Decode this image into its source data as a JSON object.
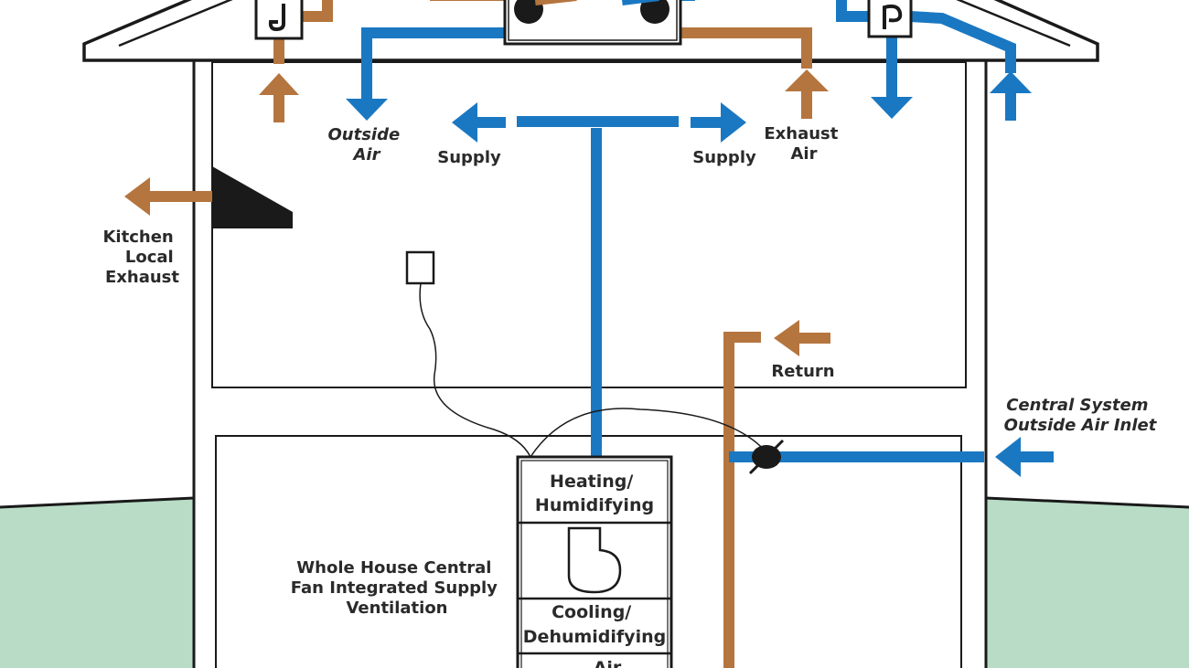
{
  "colors": {
    "supply_blue": "#1a78c2",
    "exhaust_brown": "#b5753f",
    "ground_green": "#b8dcc5",
    "outline_black": "#1a1a1a"
  },
  "labels": {
    "outside_air": [
      "Outside",
      "Air"
    ],
    "supply_left": "Supply",
    "supply_right": "Supply",
    "exhaust_air": [
      "Exhaust",
      "Air"
    ],
    "kitchen_exhaust": [
      "Kitchen",
      "Local",
      "Exhaust"
    ],
    "return": "Return",
    "central_inlet": [
      "Central System",
      "Outside Air Inlet"
    ],
    "whole_house": [
      "Whole House Central",
      "Fan Integrated Supply",
      "Ventilation"
    ],
    "heating": [
      "Heating/",
      "Humidifying"
    ],
    "cooling": [
      "Cooling/",
      "Dehumidifying"
    ],
    "air": "Air"
  },
  "icons": {
    "exhaust_fan": "roof-exhaust-fan-icon",
    "intake_vent": "roof-intake-vent-icon",
    "blower": "blower-fan-icon",
    "damper": "damper-icon",
    "thermostat": "thermostat-icon",
    "range_hood": "range-hood-icon"
  }
}
